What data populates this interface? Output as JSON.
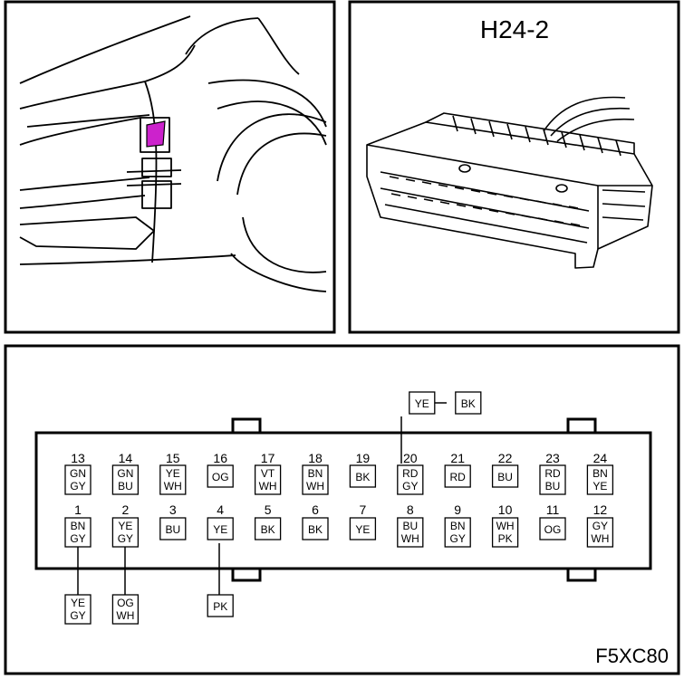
{
  "connector": {
    "title": "H24-2",
    "figure_code": "F5XC80"
  },
  "pins_top": [
    {
      "num": "13",
      "colors": [
        "GN",
        "GY"
      ]
    },
    {
      "num": "14",
      "colors": [
        "GN",
        "BU"
      ]
    },
    {
      "num": "15",
      "colors": [
        "YE",
        "WH"
      ]
    },
    {
      "num": "16",
      "colors": [
        "OG"
      ]
    },
    {
      "num": "17",
      "colors": [
        "VT",
        "WH"
      ]
    },
    {
      "num": "18",
      "colors": [
        "BN",
        "WH"
      ]
    },
    {
      "num": "19",
      "colors": [
        "BK"
      ]
    },
    {
      "num": "20",
      "colors": [
        "RD",
        "GY"
      ]
    },
    {
      "num": "21",
      "colors": [
        "RD"
      ]
    },
    {
      "num": "22",
      "colors": [
        "BU"
      ]
    },
    {
      "num": "23",
      "colors": [
        "RD",
        "BU"
      ]
    },
    {
      "num": "24",
      "colors": [
        "BN",
        "YE"
      ]
    }
  ],
  "pins_bottom": [
    {
      "num": "1",
      "colors": [
        "BN",
        "GY"
      ]
    },
    {
      "num": "2",
      "colors": [
        "YE",
        "GY"
      ]
    },
    {
      "num": "3",
      "colors": [
        "BU"
      ]
    },
    {
      "num": "4",
      "colors": [
        "YE"
      ]
    },
    {
      "num": "5",
      "colors": [
        "BK"
      ]
    },
    {
      "num": "6",
      "colors": [
        "BK"
      ]
    },
    {
      "num": "7",
      "colors": [
        "YE"
      ]
    },
    {
      "num": "8",
      "colors": [
        "BU",
        "WH"
      ]
    },
    {
      "num": "9",
      "colors": [
        "BN",
        "GY"
      ]
    },
    {
      "num": "10",
      "colors": [
        "WH",
        "PK"
      ]
    },
    {
      "num": "11",
      "colors": [
        "OG"
      ]
    },
    {
      "num": "12",
      "colors": [
        "GY",
        "WH"
      ]
    }
  ],
  "splices": [
    {
      "pin": "20",
      "boxes": [
        [
          "YE"
        ],
        [
          "BK"
        ]
      ]
    },
    {
      "pin": "1",
      "boxes": [
        [
          "YE",
          "GY"
        ]
      ]
    },
    {
      "pin": "2",
      "boxes": [
        [
          "OG",
          "WH"
        ]
      ]
    },
    {
      "pin": "4",
      "boxes": [
        [
          "PK"
        ]
      ]
    }
  ],
  "colors": {
    "line": "#000000",
    "highlight": "#cc22cc",
    "background": "#ffffff"
  }
}
